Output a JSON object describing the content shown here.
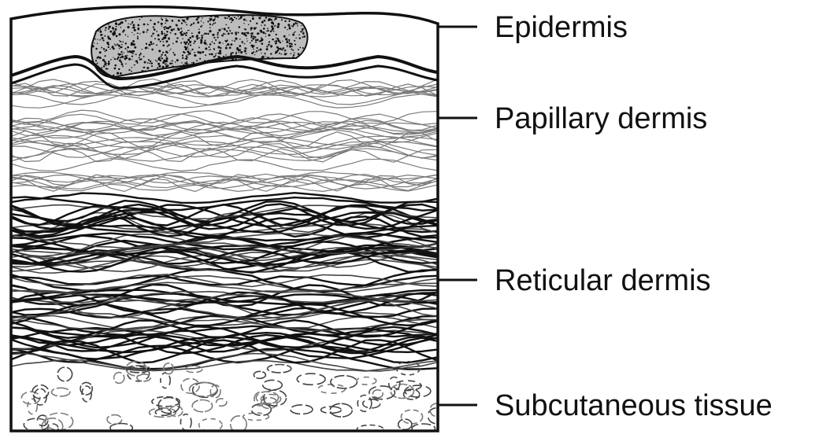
{
  "diagram": {
    "labels": {
      "epidermis": "Epidermis",
      "papillary": "Papillary dermis",
      "reticular": "Reticular dermis",
      "subcutaneous": "Subcutaneous tissue"
    },
    "colors": {
      "ink": "#111111",
      "faint_fiber": "#7a7a7a",
      "mid_fiber": "#444444",
      "background": "#ffffff"
    }
  }
}
